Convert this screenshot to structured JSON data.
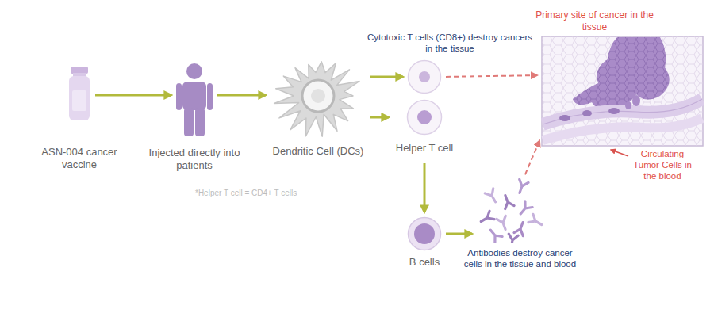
{
  "diagram": {
    "nodes": [
      {
        "text": [
          "ASN-004 cancer vaccine"
        ]
      },
      {
        "text": [
          "Injected directly into patients"
        ]
      },
      {
        "text": [
          "Dendritic Cell (DCs)"
        ]
      },
      {
        "text": [
          "Cytotoxic T cells (CD8+) destroy cancers in the tissue"
        ]
      },
      {
        "text": [
          "Helper T cell"
        ]
      },
      {
        "text": [
          "B cells"
        ]
      },
      {
        "text": [
          "Antibodies destroy cancer cells in the tissue and blood"
        ]
      },
      {
        "text": [
          "Primary site of cancer in the tissue"
        ]
      }
    ],
    "edges": [
      {
        "from": 0,
        "to": 1,
        "arrow": "to"
      },
      {
        "from": 1,
        "to": 2,
        "arrow": "to"
      },
      {
        "from": 2,
        "to": 3,
        "arrow": "to"
      },
      {
        "from": 2,
        "to": 4,
        "arrow": "to"
      },
      {
        "from": 4,
        "to": 5,
        "arrow": "to"
      },
      {
        "from": 5,
        "to": 6,
        "arrow": "to"
      },
      {
        "from": 3,
        "to": 7,
        "arrow": "to"
      },
      {
        "from": 6,
        "to": 7,
        "arrow": "to"
      }
    ],
    "labels": [
      "*Helper T cell = CD4+ T cells",
      "Circulating Tumor Cells in the blood"
    ]
  }
}
